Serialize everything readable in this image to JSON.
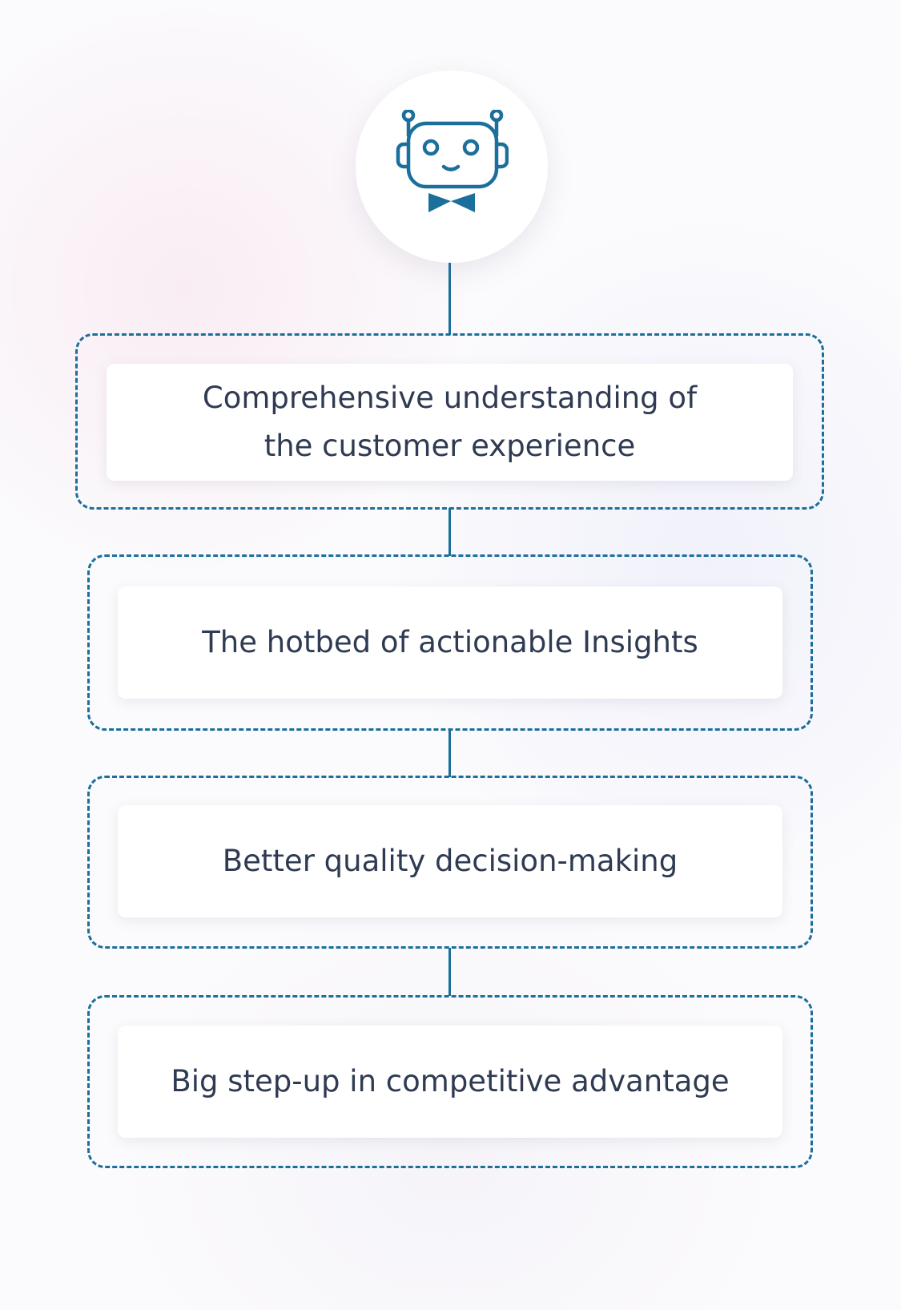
{
  "icon": {
    "name": "robot-icon",
    "accent_color": "#1b6f9b",
    "frame_color": "#1b6f9b",
    "text_color": "#2f3b53"
  },
  "steps": [
    {
      "label": "Comprehensive understanding of\nthe customer experience"
    },
    {
      "label": "The hotbed of actionable Insights"
    },
    {
      "label": "Better quality decision-making"
    },
    {
      "label": "Big step-up in competitive advantage"
    }
  ]
}
